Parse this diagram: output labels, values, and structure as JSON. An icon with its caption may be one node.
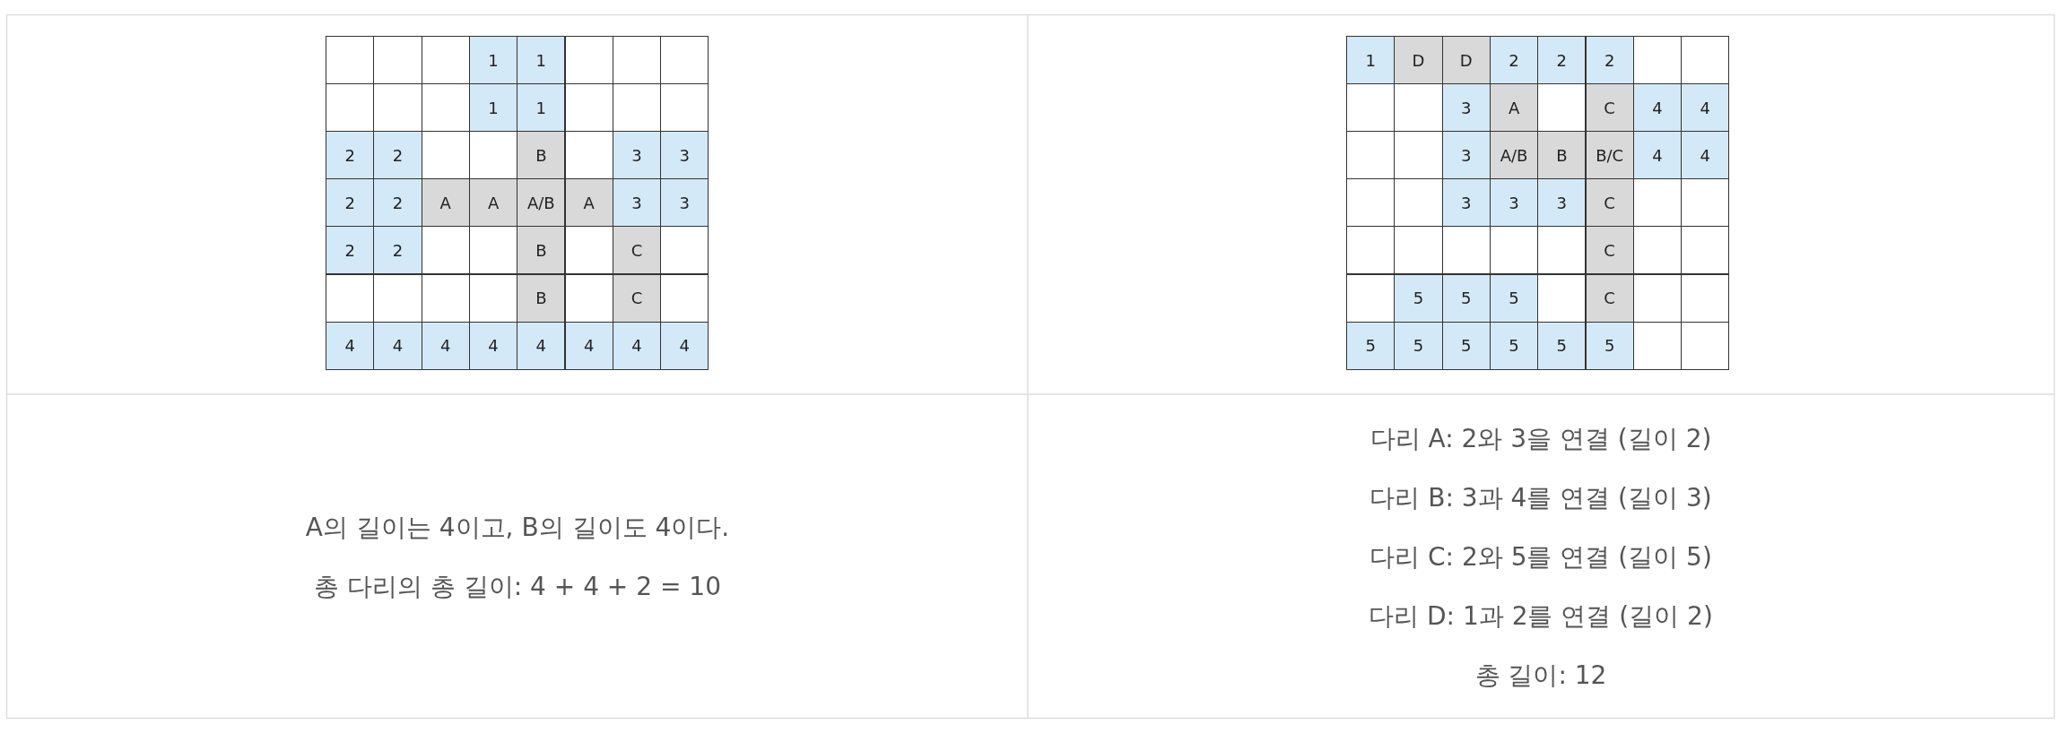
{
  "diagram": {
    "labels": [
      "1",
      "1",
      "1",
      "1",
      "2",
      "2",
      "B",
      "3",
      "3",
      "2",
      "2",
      "A",
      "A",
      "A/B",
      "A",
      "3",
      "3",
      "2",
      "2",
      "B",
      "C",
      "B",
      "C",
      "4",
      "4",
      "4",
      "4",
      "4",
      "4",
      "4",
      "4",
      "1",
      "D",
      "D",
      "2",
      "2",
      "2",
      "3",
      "A",
      "C",
      "4",
      "4",
      "3",
      "A/B",
      "B",
      "B/C",
      "4",
      "4",
      "3",
      "3",
      "3",
      "C",
      "C",
      "5",
      "5",
      "5",
      "C",
      "5",
      "5",
      "5",
      "5",
      "5",
      "5",
      "A의 길이는 4이고, B의 길이도 4이다.",
      "총 다리의 총 길이: 4 + 4 + 2 = 10",
      "다리 A: 2와 3을 연결 (길이 2)",
      "다리 B: 3과 4를 연결 (길이 3)",
      "다리 C: 2와 5를 연결 (길이 5)",
      "다리 D: 1과 2를 연결 (길이 2)",
      "총 길이: 12"
    ]
  }
}
